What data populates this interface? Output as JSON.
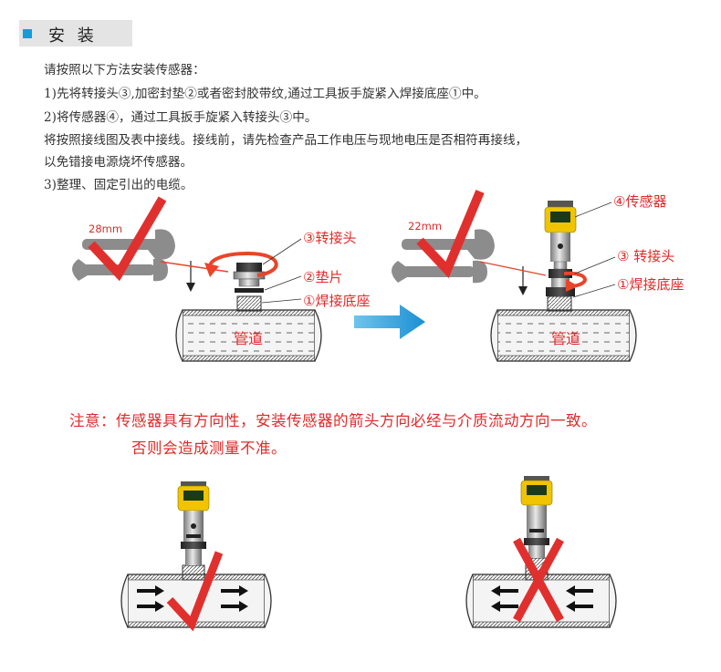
{
  "header": {
    "title": "安 装"
  },
  "intro": [
    "请按照以下方法安装传感器：",
    "1)先将转接头③,加密封垫②或者密封胶带纹,通过工具扳手旋紧入焊接底座①中。",
    "2)将传感器④，通过工具扳手旋紧入转接头③中。",
    "将按照接线图及表中接线。接线前，请先检查产品工作电压与现地电压是否相符再接线，",
    "以免错接电源烧坏传感器。",
    "3)整理、固定引出的电缆。"
  ],
  "step1": {
    "wrench_size": "28mm",
    "adapter": "③转接头",
    "gasket": "②垫片",
    "base": "①焊接底座",
    "pipe": "管道"
  },
  "step2": {
    "wrench_size": "22mm",
    "sensor": "④传感器",
    "adapter": "③ 转接头",
    "base": "①焊接底座",
    "pipe": "管道"
  },
  "warning": {
    "line1": "注意：传感器具有方向性，安装传感器的箭头方向必经与介质流动方向一致。",
    "line2": "否则会造成测量不准。"
  },
  "colors": {
    "accent_red": "#e02a2a",
    "accent_blue": "#1a9ad6",
    "pipe_fill": "#f4f4f4"
  }
}
